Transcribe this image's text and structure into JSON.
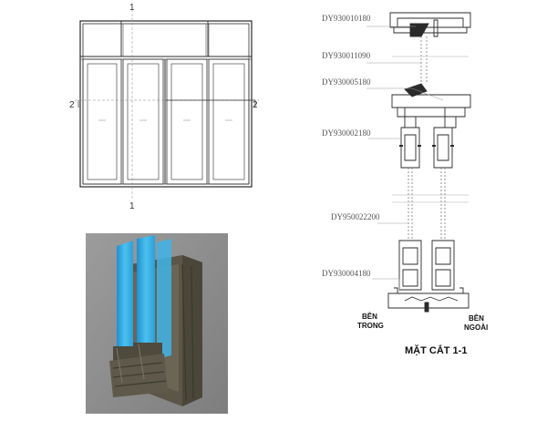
{
  "elevation": {
    "section_mark_top": "1",
    "section_mark_bottom": "1",
    "section_mark_left": "2",
    "section_mark_right": "2"
  },
  "section": {
    "profiles": [
      "DY930010180",
      "DY930011090",
      "DY930005180",
      "DY930002180",
      "DY950022200",
      "DY930004180"
    ],
    "side_inside": [
      "BÊN",
      "TRONG"
    ],
    "side_outside": [
      "BÊN",
      "NGOÀI"
    ],
    "title": "MẶT CẮT 1-1"
  },
  "colors": {
    "line": "#2b2b2b",
    "glass": "#3fb4e8",
    "aluminium": "#5b5648",
    "photo_bg": "#8f8f8f"
  }
}
